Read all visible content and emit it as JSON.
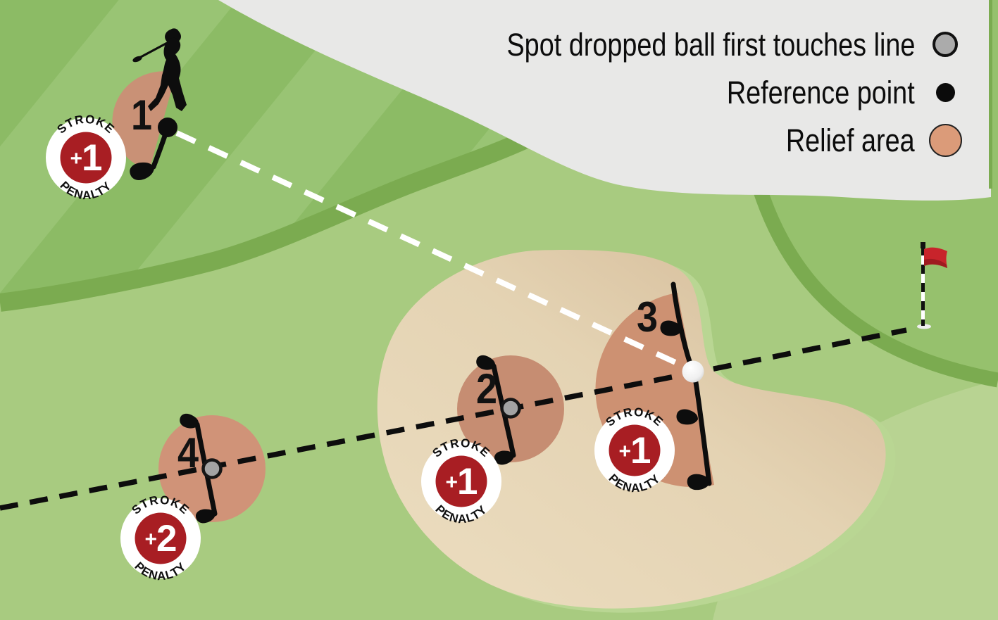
{
  "legend": {
    "items": [
      {
        "label": "Spot dropped ball first touches line",
        "marker": "drop-spot"
      },
      {
        "label": "Reference point",
        "marker": "reference-point"
      },
      {
        "label": "Relief area",
        "marker": "relief-area"
      }
    ]
  },
  "options": [
    {
      "number": "1",
      "badge": {
        "top": "STROKE",
        "value_plus": "+",
        "value_num": "1",
        "bottom": "PENALTY"
      }
    },
    {
      "number": "2",
      "badge": {
        "top": "STROKE",
        "value_plus": "+",
        "value_num": "1",
        "bottom": "PENALTY"
      }
    },
    {
      "number": "3",
      "badge": {
        "top": "STROKE",
        "value_plus": "+",
        "value_num": "1",
        "bottom": "PENALTY"
      }
    },
    {
      "number": "4",
      "badge": {
        "top": "STROKE",
        "value_plus": "+",
        "value_num": "2",
        "bottom": "PENALTY"
      }
    }
  ],
  "colors": {
    "rough_green": "#a8cb80",
    "rough_light": "#b8d392",
    "stripe_light": "#99c474",
    "stripe_dark": "#8cbb65",
    "fringe_band": "#7bab50",
    "putting_green": "#96c16d",
    "panel_gray": "#e8e8e7",
    "sand": "#e9dabd",
    "sand_shadow": "#d2b794",
    "bunker_lip": "#b9d693",
    "relief_area": "#cc9274",
    "relief_legend": "#db9b79",
    "badge_red": "#a81e23",
    "flag_red": "#c8242b"
  }
}
